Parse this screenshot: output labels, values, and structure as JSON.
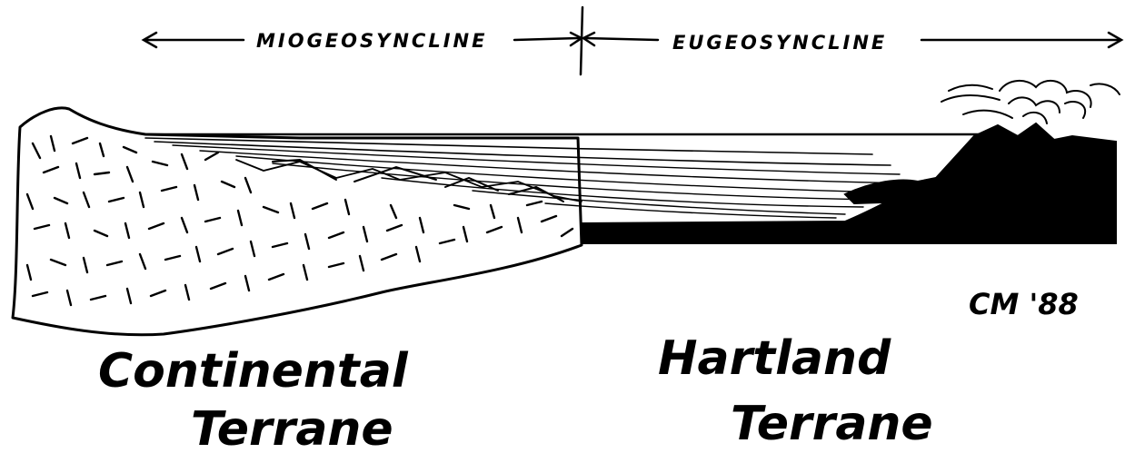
{
  "header": {
    "left_label": "MIOGEOSYNCLINE",
    "right_label": "EUGEOSYNCLINE"
  },
  "terranes": {
    "left": {
      "line1": "Continental",
      "line2": "Terrane"
    },
    "right": {
      "line1": "Hartland",
      "line2": "Terrane"
    }
  },
  "signature": "CM '88"
}
